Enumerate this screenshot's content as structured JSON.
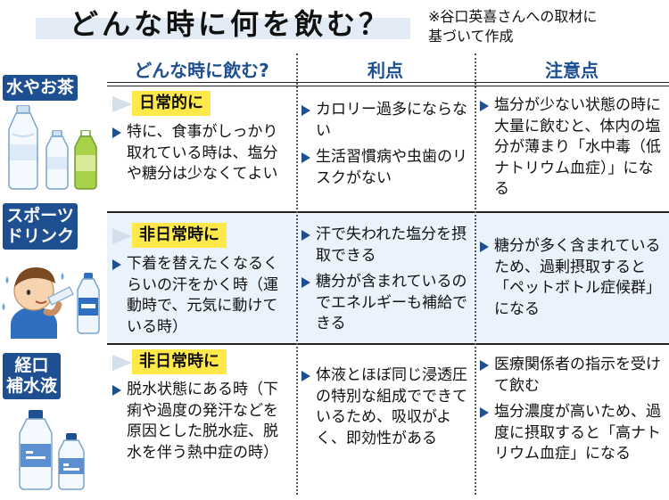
{
  "title": "どんな時に何を飲む？",
  "source": [
    "※谷口英喜さんへの取材に",
    "基づいて作成"
  ],
  "headers": [
    "どんな時に飲む?",
    "利点",
    "注意点"
  ],
  "colors": {
    "accent": "#1d4f91",
    "badge": "#ffe94a",
    "row_tint": "#eaf2fb",
    "title_band": "#e3ecf6"
  },
  "rows": [
    {
      "category": [
        "水やお茶"
      ],
      "badge": "日常的に",
      "when": [
        "特に、食事がしっかり取れている時は、塩分や糖分は少なくてよい"
      ],
      "merits": [
        "カロリー過多にならない",
        "生活習慣病や虫歯のリスクがない"
      ],
      "cautions": [
        "塩分が少ない状態の時に大量に飲むと、体内の塩分が薄まり「水中毒（低ナトリウム血症）」になる"
      ],
      "icons": [
        "water-bottle-large-icon",
        "water-bottle-small-icon",
        "green-tea-bottle-icon"
      ]
    },
    {
      "category": [
        "スポーツ",
        "ドリンク"
      ],
      "badge": "非日常時に",
      "when": [
        "下着を替えたくなるくらいの汗をかく時（運動時で、元気に動けている時）"
      ],
      "merits": [
        "汗で失われた塩分を摂取できる",
        "糖分が含まれているのでエネルギーも補給できる"
      ],
      "cautions": [
        "糖分が多く含まれているため、過剰摂取すると「ペットボトル症候群」になる"
      ],
      "icons": [
        "sweating-boy-drinking-icon",
        "sports-drink-bottle-icon"
      ]
    },
    {
      "category": [
        "経口",
        "補水液"
      ],
      "badge": "非日常時に",
      "when": [
        "脱水状態にある時（下痢や過度の発汗などを原因とした脱水症、脱水を伴う熱中症の時）"
      ],
      "merits": [
        "体液とほぼ同じ浸透圧の特別な組成でできているため、吸収がよく、即効性がある"
      ],
      "cautions": [
        "医療関係者の指示を受けて飲む",
        "塩分濃度が高いため、過度に摂取すると「高ナトリウム血症」になる"
      ],
      "icons": [
        "oral-rehydration-bottle-large-icon",
        "oral-rehydration-bottle-small-icon"
      ]
    }
  ]
}
